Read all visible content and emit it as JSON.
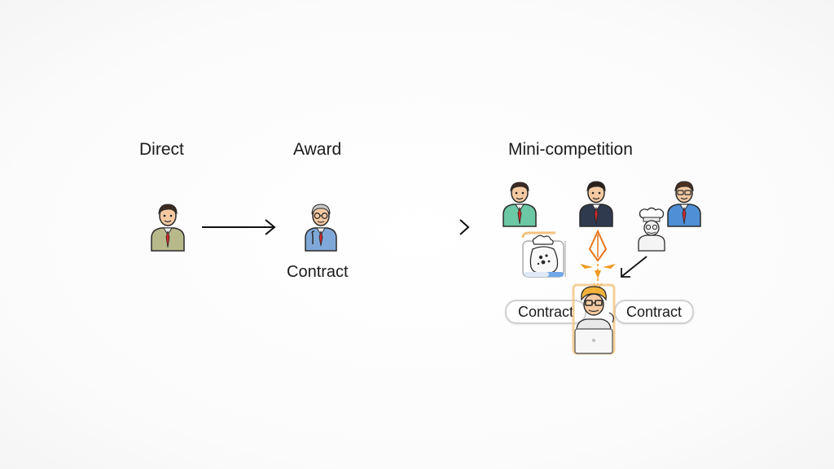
{
  "columns": {
    "direct": {
      "title": "Direct"
    },
    "award": {
      "title": "Award",
      "caption": "Contract"
    },
    "mini": {
      "title": "Mini-competition",
      "contract_left": "Contract",
      "contract_right": "Contract"
    }
  },
  "icons": {
    "direct_person": "person-icon",
    "award_person": "elderly-person-icon",
    "arrow_direct_award": "arrow-right-icon",
    "chevron": "chevron-right-icon",
    "mini_supplier_1": "person-icon",
    "mini_supplier_2": "person-icon",
    "mini_supplier_3": "person-icon",
    "chef": "chef-icon",
    "sack": "money-bag-icon",
    "hub_arrow": "converging-arrows-icon",
    "winner": "winner-person-icon",
    "input_arrow": "arrow-down-left-icon"
  },
  "colors": {
    "accent": "#f29a1f",
    "accent_dark": "#e8751a",
    "tie": "#d3272a",
    "skin": "#f5c9a2",
    "hair": "#3a2a22"
  }
}
